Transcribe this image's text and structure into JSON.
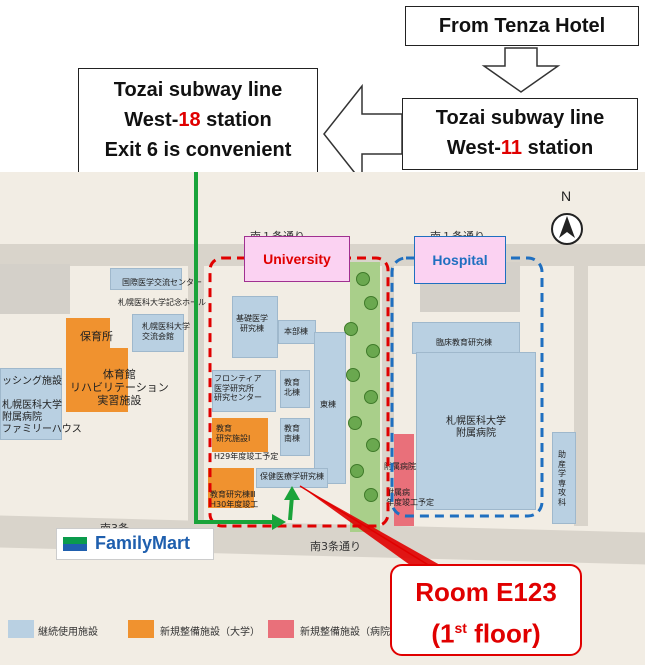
{
  "from_box": "From Tenza Hotel",
  "west18": {
    "line1": "Tozai subway line",
    "line2_a": "West-",
    "line2_num": "18",
    "line2_b": " station",
    "line3": "Exit 6 is convenient"
  },
  "west11": {
    "line1": "Tozai subway line",
    "line2_a": "West-",
    "line2_num": "11",
    "line2_b": " station"
  },
  "room": {
    "line1": "Room E123",
    "line2_a": "(1",
    "line2_sup": "st",
    "line2_b": " floor)"
  },
  "tags": {
    "university": "University",
    "hospital": "Hospital"
  },
  "compass": "N",
  "store": "FamilyMart",
  "roads": {
    "north_left": "南１条通り",
    "north_right": "南１条通り",
    "south_left": "南3条",
    "south_right": "南3条通り"
  },
  "buildings": {
    "intl": "国際医学交流センター",
    "memorial": "札幌医科大学記念ホール",
    "hall": "札幌医科大学\n交流会館",
    "nursery": "保育所",
    "gym": "体育館\nリハビリテーション\n実習施設",
    "housing_a": "ッシング施設",
    "housing_b": "札幌医科大学\n附属病院\nファミリーハウス",
    "basic": "基礎医学\n研究棟",
    "main": "本部棟",
    "frontier": "フロンティア\n医学研究所\n研究センター",
    "edu_n": "教育\n北棟",
    "east": "東棟",
    "edu_s": "教育\n南棟",
    "edu_res1": "教育\n研究施設Ⅰ",
    "h29": "H29年度竣工予定",
    "health": "保健医療学研究棟",
    "edu_res2": "教育研究棟Ⅲ\nH30年度竣工",
    "clinical": "臨床教育研究棟",
    "hospital_main": "札幌医科大学\n附属病院",
    "hosp_small_a": "附属病院",
    "hosp_small_b": "附属病\n年度竣工予定",
    "midwife": "助\n産\n学\n専\n攻\n科"
  },
  "legend": {
    "continue": "継続使用施設",
    "new_univ": "新規整備施設（大学）",
    "new_hosp": "新規整備施設（病院）"
  },
  "colors": {
    "red_accent": "#e00000",
    "uni_border": "#e00000",
    "hosp_border": "#1f6fc0",
    "route": "#1aa33a",
    "callout_border": "#e00000"
  }
}
